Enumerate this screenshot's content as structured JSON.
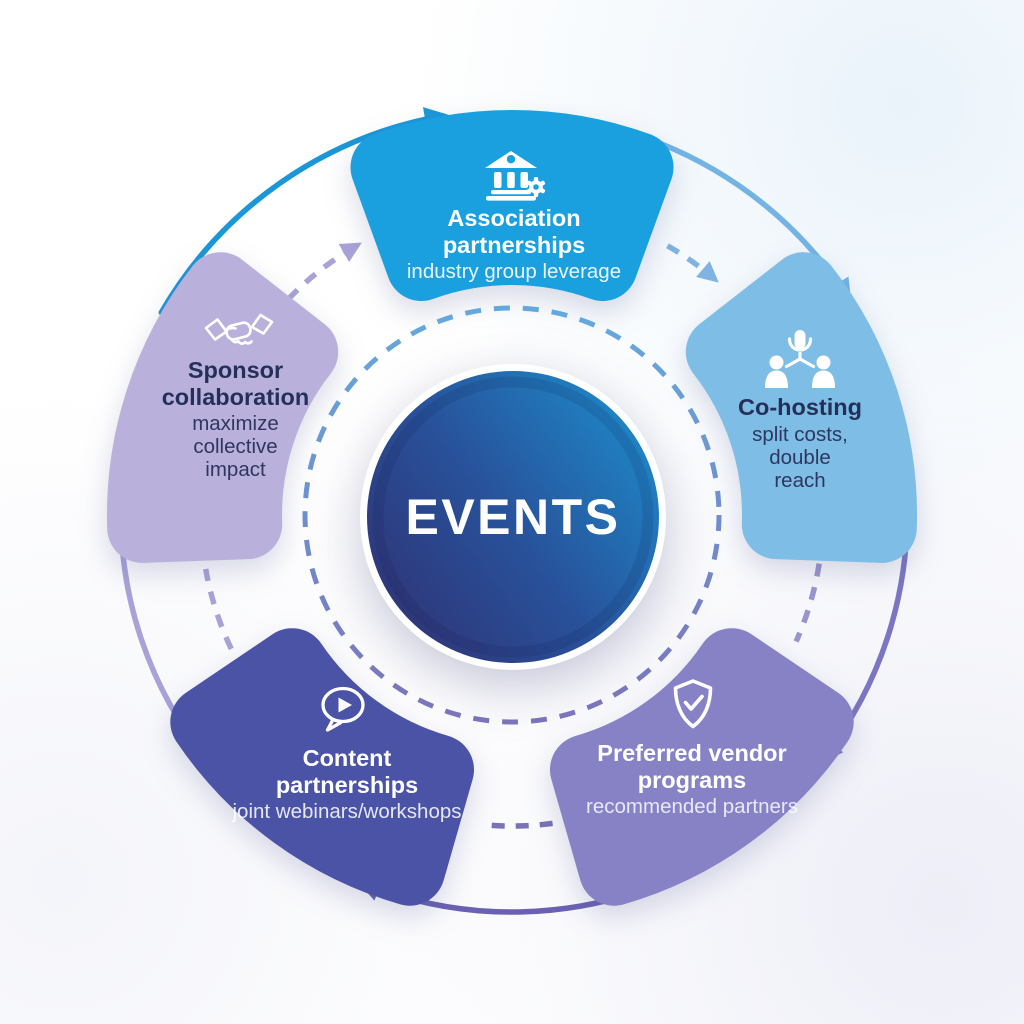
{
  "diagram": {
    "center": {
      "label": "EVENTS",
      "text_color": "#FFFFFF",
      "color_dark": "#2F3679",
      "color_mid": "#28519A",
      "color_bright": "#1E88C8"
    },
    "petals": [
      {
        "id": "association-partnerships",
        "title": "Association partnerships",
        "subtitle": "industry group leverage",
        "color": "#1A9FDF",
        "text_color": "#FFFFFF",
        "icon": "bank-gear-icon"
      },
      {
        "id": "co-hosting",
        "title": "Co-hosting",
        "subtitle": "split costs, double reach",
        "color": "#7EBDE5",
        "text_color": "#24305A",
        "icon": "people-microphone-icon"
      },
      {
        "id": "preferred-vendor-programs",
        "title": "Preferred vendor programs",
        "subtitle": "recommended partners",
        "color": "#8781C6",
        "text_color": "#FFFFFF",
        "icon": "shield-check-icon"
      },
      {
        "id": "content-partnerships",
        "title": "Content partnerships",
        "subtitle": "joint webinars/workshops",
        "color": "#4A53A6",
        "text_color": "#FFFFFF",
        "icon": "speech-bubble-play-icon"
      },
      {
        "id": "sponsor-collaboration",
        "title": "Sponsor collaboration",
        "subtitle": "maximize collective impact",
        "color": "#B9B1DB",
        "text_color": "#282B57",
        "icon": "handshake-icon"
      }
    ],
    "flow": {
      "direction": "clockwise",
      "outer_arrows": [
        {
          "id": "top-left",
          "color": "#1B97D8"
        },
        {
          "id": "top-right",
          "color": "#74B4E4"
        },
        {
          "id": "right",
          "color": "#7C76C2"
        },
        {
          "id": "bottom",
          "color": "#6962B2"
        },
        {
          "id": "left",
          "color": "#A8A2D8"
        }
      ],
      "connectors": [
        {
          "id": "sponsor-to-association",
          "color": "#A9A2D6"
        },
        {
          "id": "association-to-cohosting",
          "color": "#7FB3E3"
        },
        {
          "id": "cohosting-to-preferred",
          "color": "#9A94CE"
        },
        {
          "id": "preferred-to-content",
          "color": "#7872B8"
        },
        {
          "id": "content-to-sponsor",
          "color": "#A9A2D6"
        }
      ],
      "inner_ring": {
        "style": "dashed",
        "color_top": "#64A9DE",
        "color_bottom": "#7C75BC"
      }
    }
  }
}
